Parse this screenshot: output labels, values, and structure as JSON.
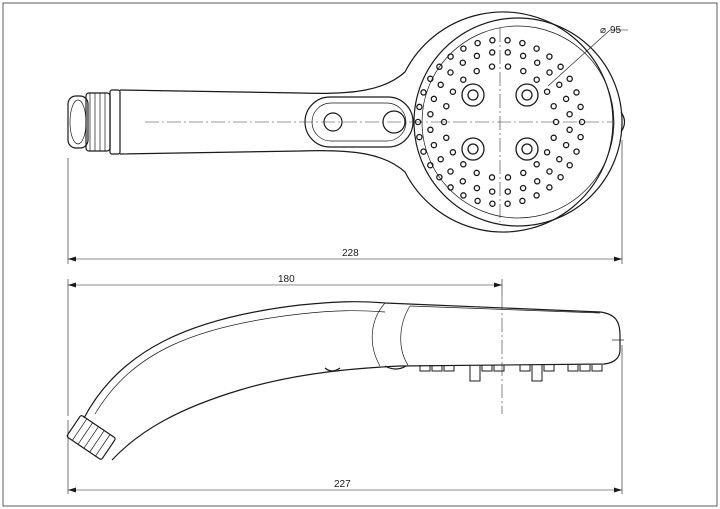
{
  "drawing": {
    "top_view": {
      "overall_length": "228",
      "head_diameter": "95",
      "diameter_symbol": "⌀"
    },
    "side_view": {
      "handle_length": "180",
      "overall_length": "227"
    }
  },
  "colors": {
    "line": "#1a1a1a",
    "background": "#ffffff"
  }
}
